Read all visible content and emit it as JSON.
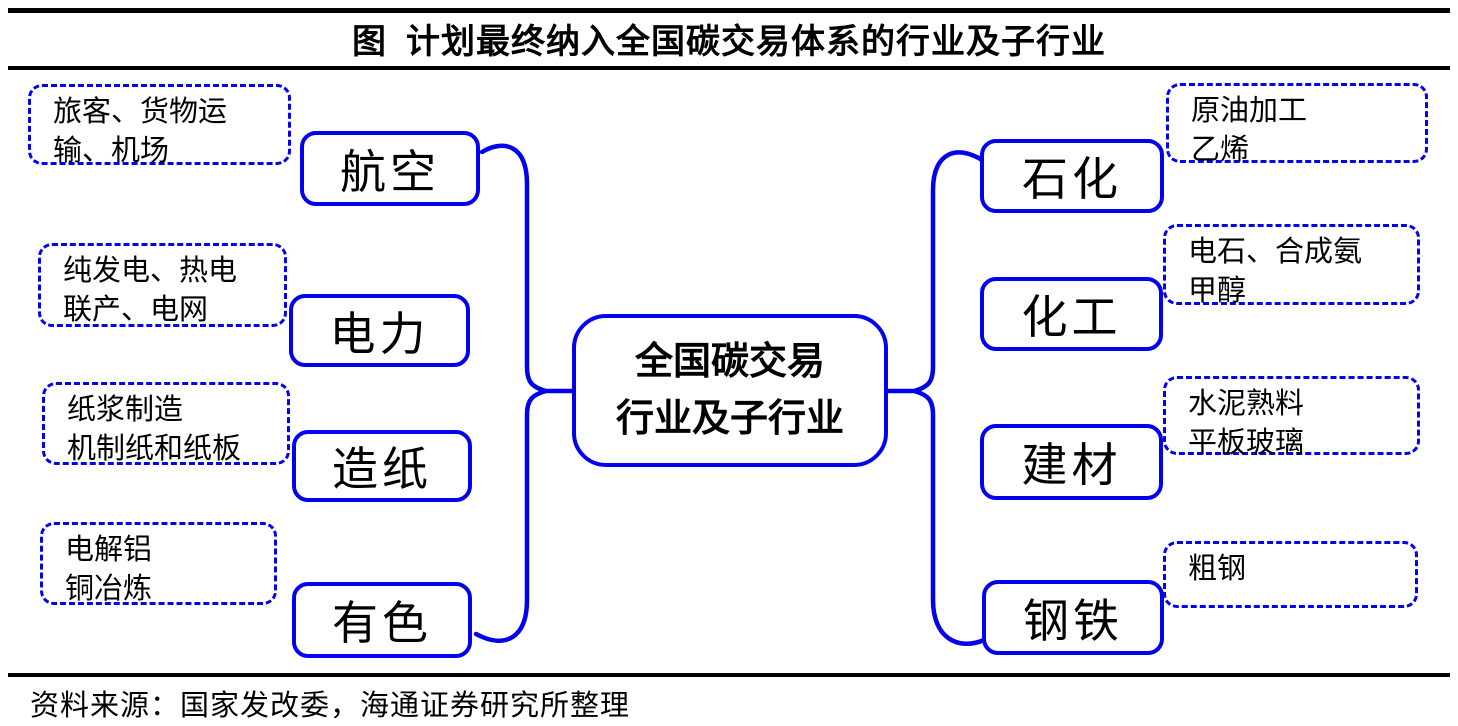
{
  "figure": {
    "title": "图  计划最终纳入全国碳交易体系的行业及子行业",
    "source": "资料来源：国家发改委，海通证券研究所整理"
  },
  "center": {
    "lines": [
      "全国碳交易",
      "行业及子行业"
    ]
  },
  "left_branches": [
    {
      "label": "航空",
      "sub_lines": [
        "旅客、货物运",
        "输、机场"
      ]
    },
    {
      "label": "电力",
      "sub_lines": [
        "纯发电、热电",
        "联产、电网"
      ]
    },
    {
      "label": "造纸",
      "sub_lines": [
        "纸浆制造",
        "机制纸和纸板"
      ]
    },
    {
      "label": "有色",
      "sub_lines": [
        "电解铝",
        "铜冶炼"
      ]
    }
  ],
  "right_branches": [
    {
      "label": "石化",
      "sub_lines": [
        "原油加工",
        "乙烯"
      ]
    },
    {
      "label": "化工",
      "sub_lines": [
        "电石、合成氨",
        "甲醇"
      ]
    },
    {
      "label": "建材",
      "sub_lines": [
        "水泥熟料",
        "平板玻璃"
      ]
    },
    {
      "label": "钢铁",
      "sub_lines": [
        "粗钢"
      ]
    }
  ],
  "colors": {
    "accent_blue": "#0202ee",
    "text_black": "#000000",
    "rule_black": "#000000"
  }
}
